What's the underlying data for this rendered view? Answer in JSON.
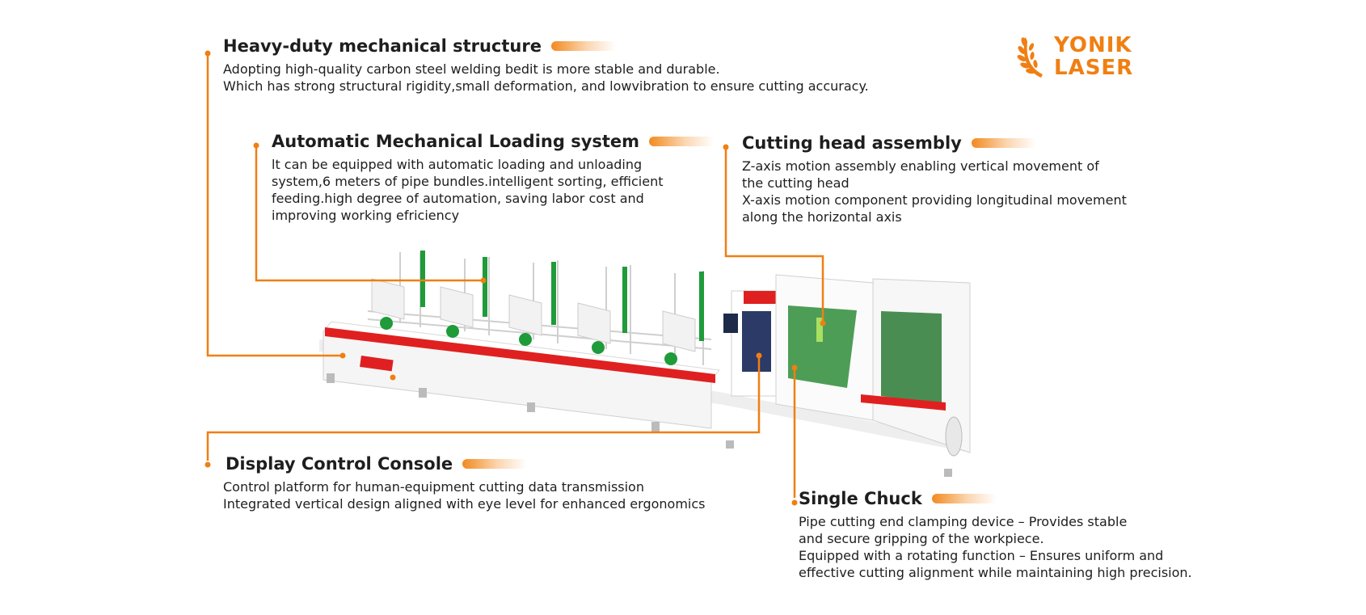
{
  "brand": {
    "logo_line1": "YONIK",
    "logo_line2": "LASER",
    "accent": "#f07f12",
    "machine_red": "#e02020",
    "machine_green": "#1f9b3a"
  },
  "features": {
    "mechanical": {
      "title": "Heavy-duty mechanical structure",
      "lines": [
        "Adopting high-quality carbon steel welding bedit is more stable and durable.",
        "Which has strong structural rigidity,small deformation, and lowvibration to ensure cutting accuracy."
      ]
    },
    "loading": {
      "title": "Automatic Mechanical Loading system",
      "lines": [
        "lt can be equipped with automatic loading and unloading",
        "system,6 meters of pipe bundles.intelligent sorting, efficient",
        "feeding.high degree of automation, saving labor cost and",
        "improving working efriciency"
      ]
    },
    "cutting_head": {
      "title": "Cutting head assembly",
      "lines": [
        "Z-axis motion assembly enabling vertical movement of",
        "the cutting head",
        "X-axis motion component providing longitudinal movement",
        "along the horizontal axis"
      ]
    },
    "console": {
      "title": "Display Control Console",
      "lines": [
        "Control platform for human-equipment cutting data transmission",
        "Integrated vertical design aligned with eye level for enhanced ergonomics"
      ]
    },
    "chuck": {
      "title": "Single Chuck",
      "lines": [
        "Pipe cutting end clamping device – Provides stable",
        "and secure gripping of the workpiece.",
        "Equipped with a rotating function – Ensures uniform and",
        "effective cutting alignment while maintaining high precision."
      ]
    }
  }
}
